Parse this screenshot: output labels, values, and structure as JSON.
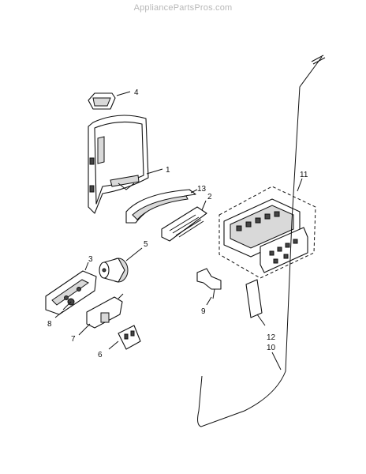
{
  "watermark": "AppliancePartsPros.com",
  "callouts": [
    {
      "id": "4",
      "text": "4"
    },
    {
      "id": "1",
      "text": "1"
    },
    {
      "id": "13",
      "text": "13"
    },
    {
      "id": "2",
      "text": "2"
    },
    {
      "id": "11",
      "text": "11"
    },
    {
      "id": "5",
      "text": "5"
    },
    {
      "id": "3",
      "text": "3"
    },
    {
      "id": "8",
      "text": "8"
    },
    {
      "id": "7",
      "text": "7"
    },
    {
      "id": "6",
      "text": "6"
    },
    {
      "id": "9",
      "text": "9"
    },
    {
      "id": "12",
      "text": "12"
    },
    {
      "id": "10",
      "text": "10"
    }
  ]
}
